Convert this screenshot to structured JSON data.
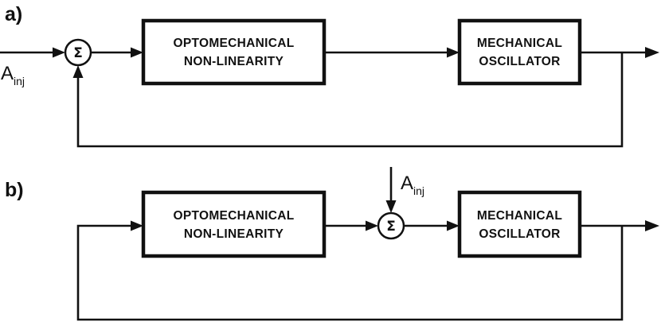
{
  "panels": {
    "a": {
      "label": "a)",
      "block1": {
        "line1": "OPTOMECHANICAL",
        "line2": "NON-LINEARITY"
      },
      "block2": {
        "line1": "MECHANICAL",
        "line2": "OSCILLATOR"
      },
      "sum_symbol": "Σ",
      "injection": {
        "main": "A",
        "sub": "inj"
      }
    },
    "b": {
      "label": "b)",
      "block1": {
        "line1": "OPTOMECHANICAL",
        "line2": "NON-LINEARITY"
      },
      "block2": {
        "line1": "MECHANICAL",
        "line2": "OSCILLATOR"
      },
      "sum_symbol": "Σ",
      "injection": {
        "main": "A",
        "sub": "inj"
      }
    }
  }
}
